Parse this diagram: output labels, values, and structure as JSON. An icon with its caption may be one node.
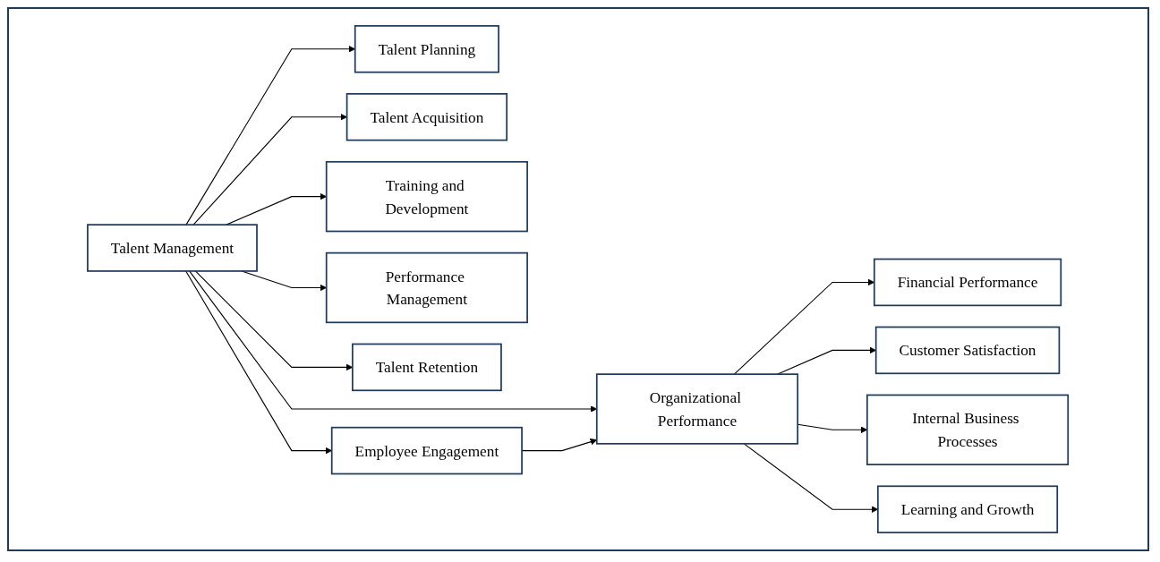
{
  "diagram": {
    "nodes": [
      {
        "text": [
          "Talent Planning"
        ]
      },
      {
        "text": [
          "Talent Acquisition"
        ]
      },
      {
        "text": [
          "Training and Development"
        ]
      },
      {
        "text": [
          "Performance Management"
        ]
      },
      {
        "text": [
          "Talent Retention"
        ]
      },
      {
        "text": [
          "Talent Management"
        ]
      },
      {
        "text": [
          "Employee Engagement"
        ]
      },
      {
        "text": [
          "Organizational Performance"
        ]
      },
      {
        "text": [
          "Financial Performance"
        ]
      },
      {
        "text": [
          "Customer Satisfaction"
        ]
      },
      {
        "text": [
          "Internal Business Processes"
        ]
      },
      {
        "text": [
          "Learning and Growth"
        ]
      }
    ],
    "edges": [
      {
        "from": 5,
        "to": 0,
        "arrow": "to"
      },
      {
        "from": 5,
        "to": 1,
        "arrow": "to"
      },
      {
        "from": 5,
        "to": 2,
        "arrow": "to"
      },
      {
        "from": 5,
        "to": 3,
        "arrow": "to"
      },
      {
        "from": 5,
        "to": 4,
        "arrow": "to"
      },
      {
        "from": 5,
        "to": 7,
        "arrow": "to"
      },
      {
        "from": 5,
        "to": 6,
        "arrow": "to"
      },
      {
        "from": 6,
        "to": 7,
        "arrow": "to"
      },
      {
        "from": 7,
        "to": 8,
        "arrow": "to"
      },
      {
        "from": 7,
        "to": 9,
        "arrow": "to"
      },
      {
        "from": 7,
        "to": 10,
        "arrow": "to"
      },
      {
        "from": 7,
        "to": 11,
        "arrow": "to"
      }
    ]
  }
}
